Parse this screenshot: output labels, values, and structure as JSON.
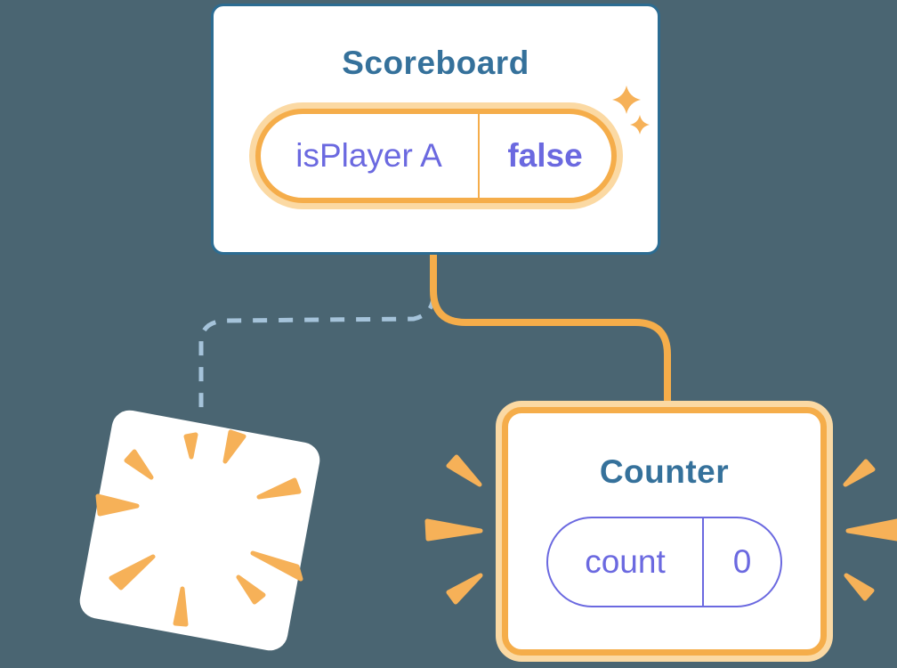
{
  "canvas": {
    "background": "#4a6572"
  },
  "colors": {
    "accent_orange": "#f5ad4a",
    "orange_glow": "#fbd9a3",
    "state_purple": "#6b69e0",
    "component_title_teal": "#35719b",
    "card_border_blue": "#2c6c92",
    "dashed_link_blue": "#a5c3da",
    "burst_orange": "#f6b158",
    "card_background": "#ffffff"
  },
  "scoreboard_card": {
    "title": "Scoreboard",
    "state_pill": {
      "label": "isPlayer A",
      "value": "false"
    }
  },
  "counter_card": {
    "title": "Counter",
    "state_pill": {
      "label": "count",
      "value": "0"
    }
  },
  "icons": {
    "sparkles": "sparkle-icon",
    "explosion": "explosion-burst-icon",
    "emphasis_rays": "emphasis-rays-icon"
  },
  "connectors": {
    "kept_link": "solid-orange",
    "removed_link": "dashed-blue"
  }
}
